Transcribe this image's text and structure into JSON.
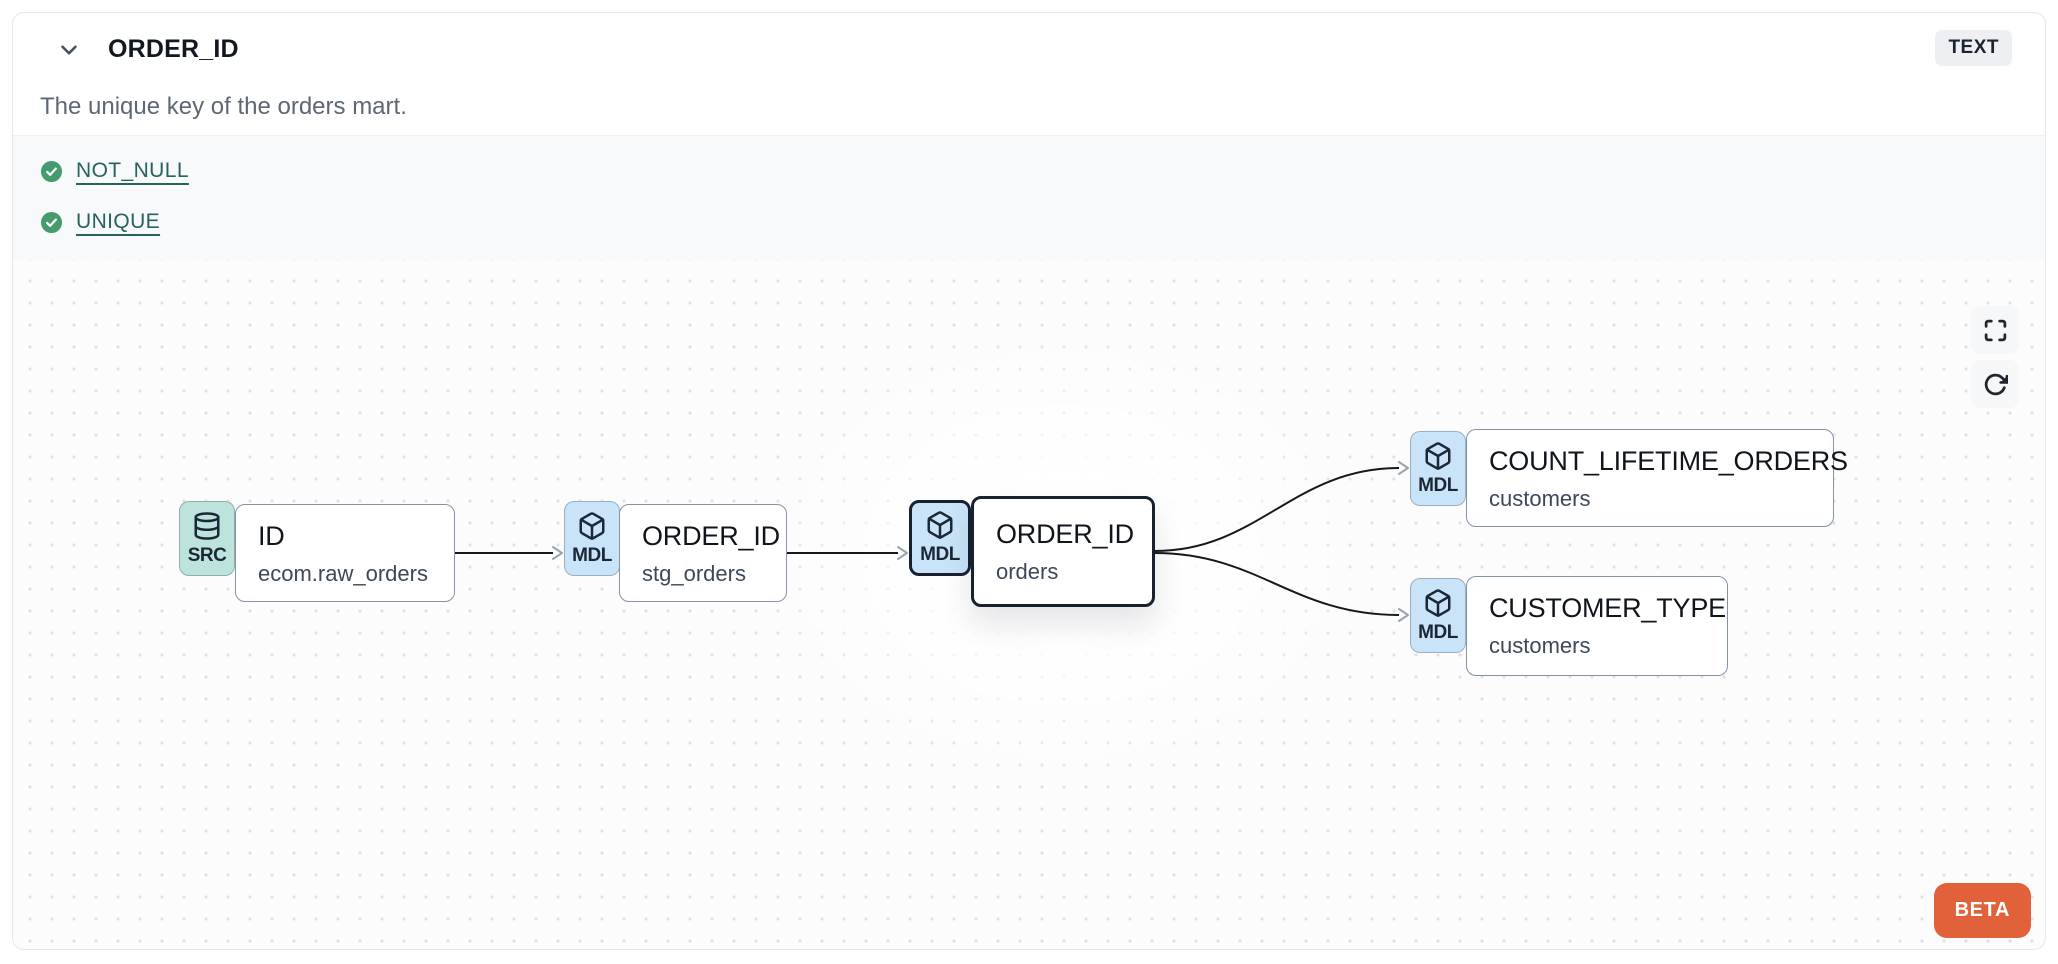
{
  "header": {
    "title": "ORDER_ID",
    "type_badge": "TEXT",
    "description": "The unique key of the orders mart."
  },
  "tests": [
    {
      "label": "NOT_NULL",
      "status": "passed"
    },
    {
      "label": "UNIQUE",
      "status": "passed"
    }
  ],
  "lineage": {
    "nodes": [
      {
        "badge": "SRC",
        "icon": "database-icon",
        "title": "ID",
        "subtitle": "ecom.raw_orders",
        "selected": false
      },
      {
        "badge": "MDL",
        "icon": "cube-icon",
        "title": "ORDER_ID",
        "subtitle": "stg_orders",
        "selected": false
      },
      {
        "badge": "MDL",
        "icon": "cube-icon",
        "title": "ORDER_ID",
        "subtitle": "orders",
        "selected": true
      },
      {
        "badge": "MDL",
        "icon": "cube-icon",
        "title": "COUNT_LIFETIME_ORDERS",
        "subtitle": "customers",
        "selected": false
      },
      {
        "badge": "MDL",
        "icon": "cube-icon",
        "title": "CUSTOMER_TYPE",
        "subtitle": "customers",
        "selected": false
      }
    ],
    "edges": [
      {
        "from": "ID (ecom.raw_orders)",
        "to": "ORDER_ID (stg_orders)"
      },
      {
        "from": "ORDER_ID (stg_orders)",
        "to": "ORDER_ID (orders)"
      },
      {
        "from": "ORDER_ID (orders)",
        "to": "COUNT_LIFETIME_ORDERS (customers)"
      },
      {
        "from": "ORDER_ID (orders)",
        "to": "CUSTOMER_TYPE (customers)"
      }
    ],
    "controls": [
      {
        "icon": "maximize-icon"
      },
      {
        "icon": "refresh-icon"
      }
    ],
    "beta_label": "BETA"
  },
  "colors": {
    "src_badge": "#bce3dc",
    "mdl_badge": "#c9e4f8",
    "selected_border": "#18222f",
    "test_check_green": "#459a6e",
    "test_link_teal": "#26635d",
    "beta_orange": "#e0613a",
    "card_border": "#8494a5",
    "tests_background": "#f8f9fb"
  }
}
